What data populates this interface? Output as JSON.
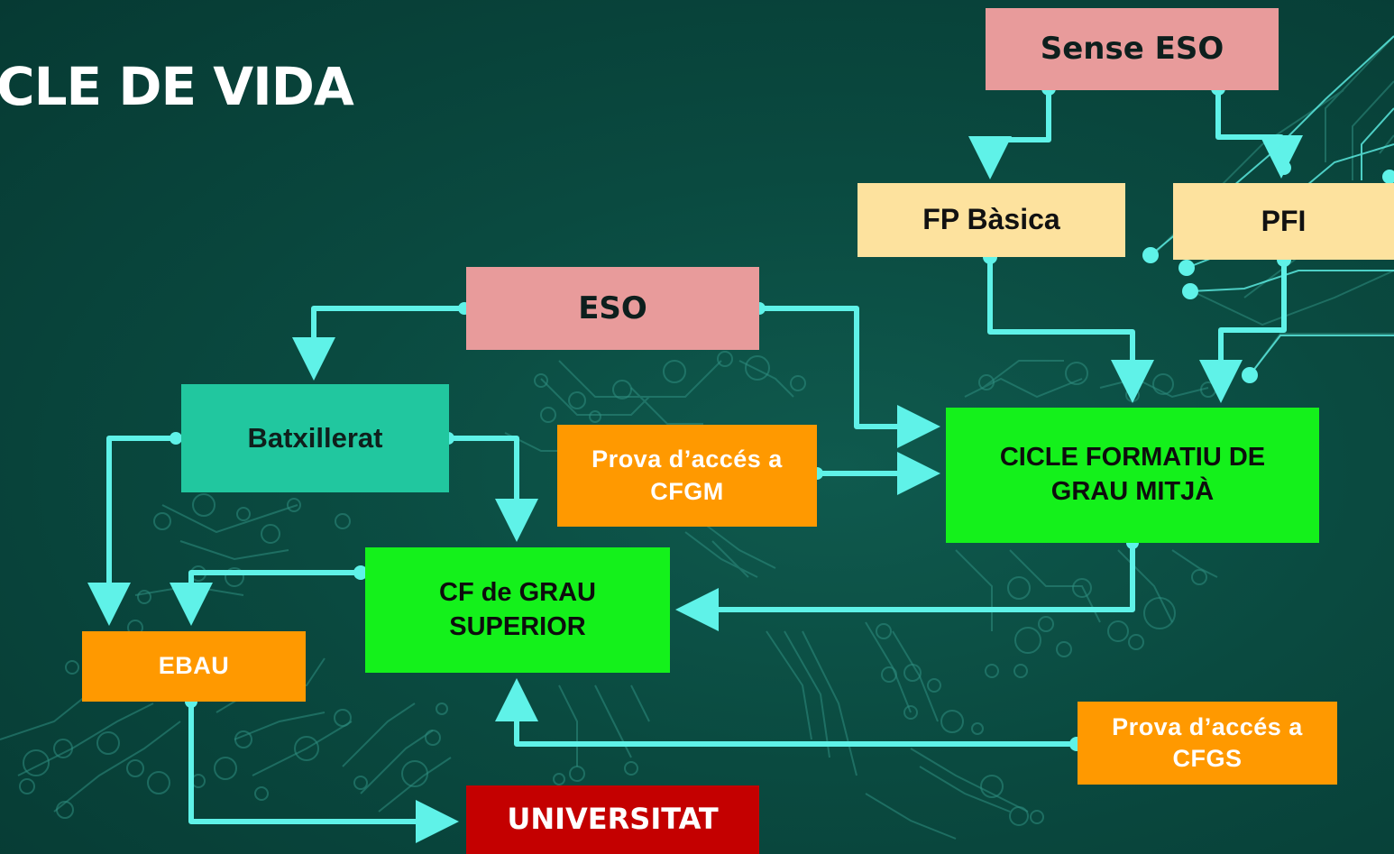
{
  "slide": {
    "title": "CLE DE VIDA"
  },
  "nodes": {
    "sense_eso": "Sense ESO",
    "fp_basica": "FP Bàsica",
    "pfi": "PFI",
    "eso": "ESO",
    "batxillerat": "Batxillerat",
    "prova_cfgm": "Prova d’accés a CFGM",
    "cicle_mitja": "CICLE FORMATIU DE GRAU MITJÀ",
    "cf_superior": "CF de GRAU SUPERIOR",
    "ebau": "EBAU",
    "prova_cfgs": "Prova d’accés a CFGS",
    "universitat": "UNIVERSITAT"
  },
  "colors": {
    "connector": "#5ff2e8",
    "circuit_decoration": "#2f8e80",
    "pink": "#e89b9b",
    "yellow": "#fde29e",
    "teal": "#21c79f",
    "orange": "#ff9900",
    "green": "#14f11b",
    "red": "#c40000"
  }
}
